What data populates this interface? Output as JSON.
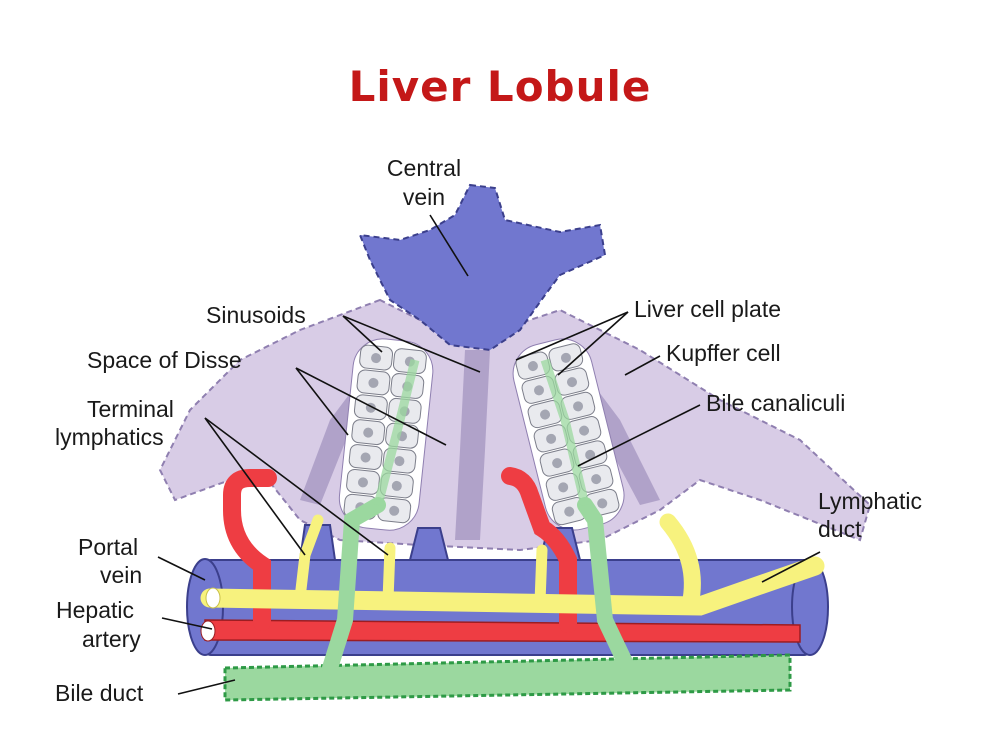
{
  "title": {
    "text": "Liver Lobule"
  },
  "labels": {
    "central_vein_1": "Central",
    "central_vein_2": "vein",
    "sinusoids": "Sinusoids",
    "space_of_disse": "Space of Disse",
    "terminal_lymphatics_1": "Terminal",
    "terminal_lymphatics_2": "lymphatics",
    "portal_vein_1": "Portal",
    "portal_vein_2": "vein",
    "hepatic_artery_1": "Hepatic",
    "hepatic_artery_2": "artery",
    "bile_duct": "Bile duct",
    "liver_cell_plate": "Liver cell plate",
    "kupffer_cell": "Kupffer cell",
    "bile_canaliculi": "Bile canaliculi",
    "lymphatic_duct_1": "Lymphatic",
    "lymphatic_duct_2": "duct"
  },
  "colors": {
    "title": "#c41818",
    "vein": "#7177cf",
    "vein_dark": "#3b3f8c",
    "sinusoid": "#d8cce6",
    "sinusoid_edge": "#8f7fb0",
    "cell": "#e9eaee",
    "cell_nucleus": "#a4a6b2",
    "artery": "#ee3d43",
    "lymph": "#f7f27e",
    "lymph_edge": "#c9c046",
    "bile": "#9bd89f",
    "bile_edge": "#2e9a46"
  }
}
